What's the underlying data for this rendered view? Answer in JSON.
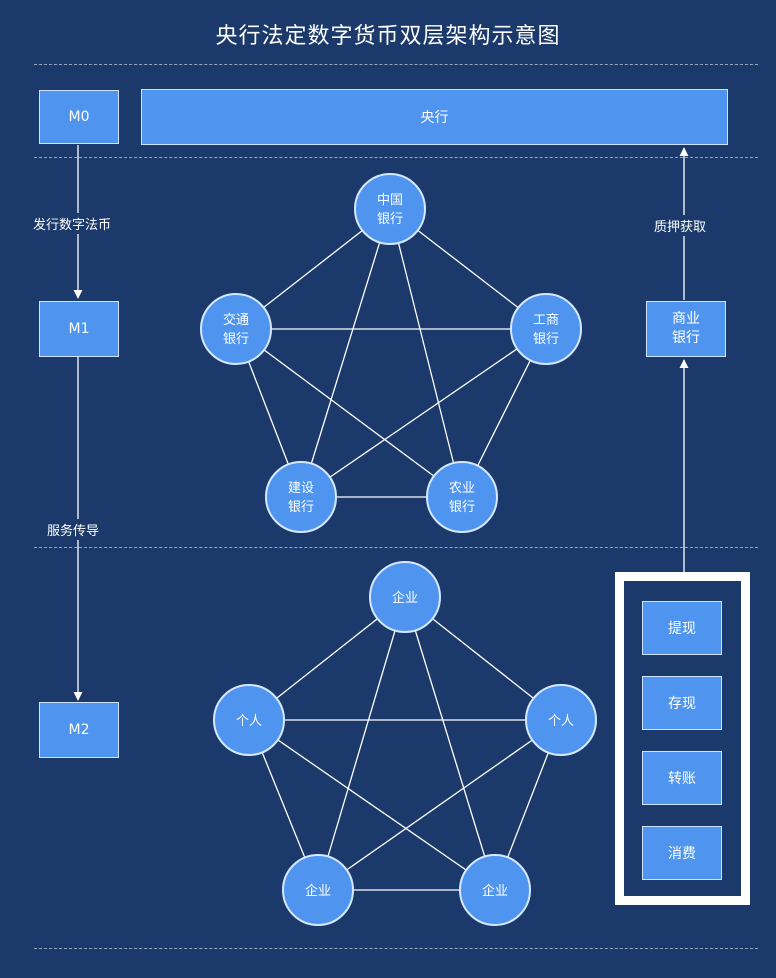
{
  "title": "央行法定数字货币双层架构示意图",
  "levels": {
    "m0": "M0",
    "m1": "M1",
    "m2": "M2"
  },
  "central_bank": "央行",
  "commercial_bank": "商业\n银行",
  "arrows": {
    "issue": "发行数字法币",
    "service": "服务传导",
    "pledge": "质押获取"
  },
  "banks": [
    {
      "line1": "中国",
      "line2": "银行"
    },
    {
      "line1": "工商",
      "line2": "银行"
    },
    {
      "line1": "农业",
      "line2": "银行"
    },
    {
      "line1": "建设",
      "line2": "银行"
    },
    {
      "line1": "交通",
      "line2": "银行"
    }
  ],
  "entities": [
    {
      "label": "企业"
    },
    {
      "label": "个人"
    },
    {
      "label": "企业"
    },
    {
      "label": "企业"
    },
    {
      "label": "个人"
    }
  ],
  "operations": [
    "提现",
    "存现",
    "转账",
    "消费"
  ],
  "colors": {
    "background": "#1b3a6b",
    "node": "#4f95ef",
    "line": "#ffffff"
  }
}
